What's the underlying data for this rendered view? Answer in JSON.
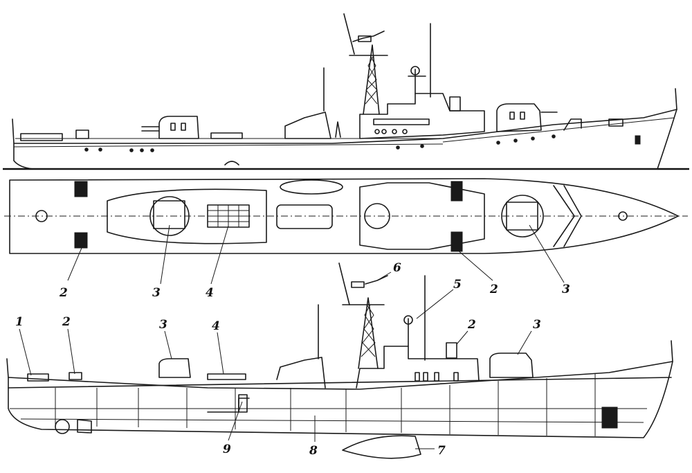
{
  "labels": {
    "plan_2_left": "2",
    "plan_3_left": "3",
    "plan_4": "4",
    "plan_2_right": "2",
    "plan_3_right": "3",
    "sec_1": "1",
    "sec_2_left": "2",
    "sec_3_left": "3",
    "sec_4": "4",
    "sec_6": "6",
    "sec_5": "5",
    "sec_2_right": "2",
    "sec_3_right": "3",
    "sec_9": "9",
    "sec_8": "8",
    "sec_7": "7"
  },
  "colors": {
    "ink": "#1a1a1a",
    "paper": "#ffffff"
  }
}
